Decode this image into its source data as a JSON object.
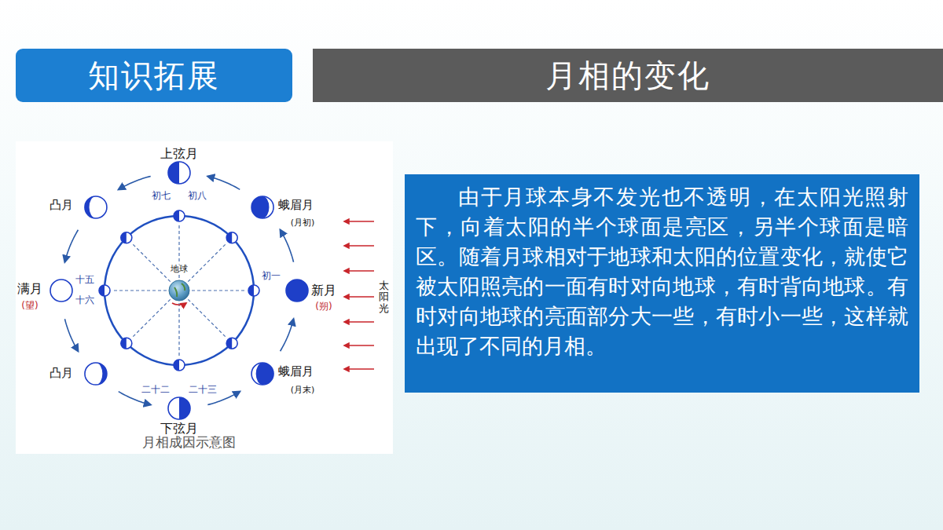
{
  "diagram": {
    "caption": "月相成因示意图",
    "nodes": [
      {
        "text": [
          "知识拓展"
        ]
      },
      {
        "text": [
          "月相的变化"
        ]
      },
      {
        "text": [
          "由于月球本身不发光也不透明，在太阳光照射下，向着太阳的半个球面是亮区，另半个球面是暗区。随着月球相对于地球和太阳的位置变化，就使它被太阳照亮的一面有时对向地球，有时背向地球。有时对向地球的亮面部分大一些，有时小一些，这样就出现了不同的月相。"
        ]
      }
    ],
    "labels": [
      "上弦月",
      "初七",
      "初八",
      "凸月",
      "蛾眉月",
      "(月初)",
      "地球",
      "初一",
      "新月",
      "(朔)",
      "满月",
      "(望)",
      "十五",
      "十六",
      "太阳光",
      "凸月",
      "二十二",
      "二十三",
      "蛾眉月",
      "(月末)",
      "下弦月"
    ]
  }
}
